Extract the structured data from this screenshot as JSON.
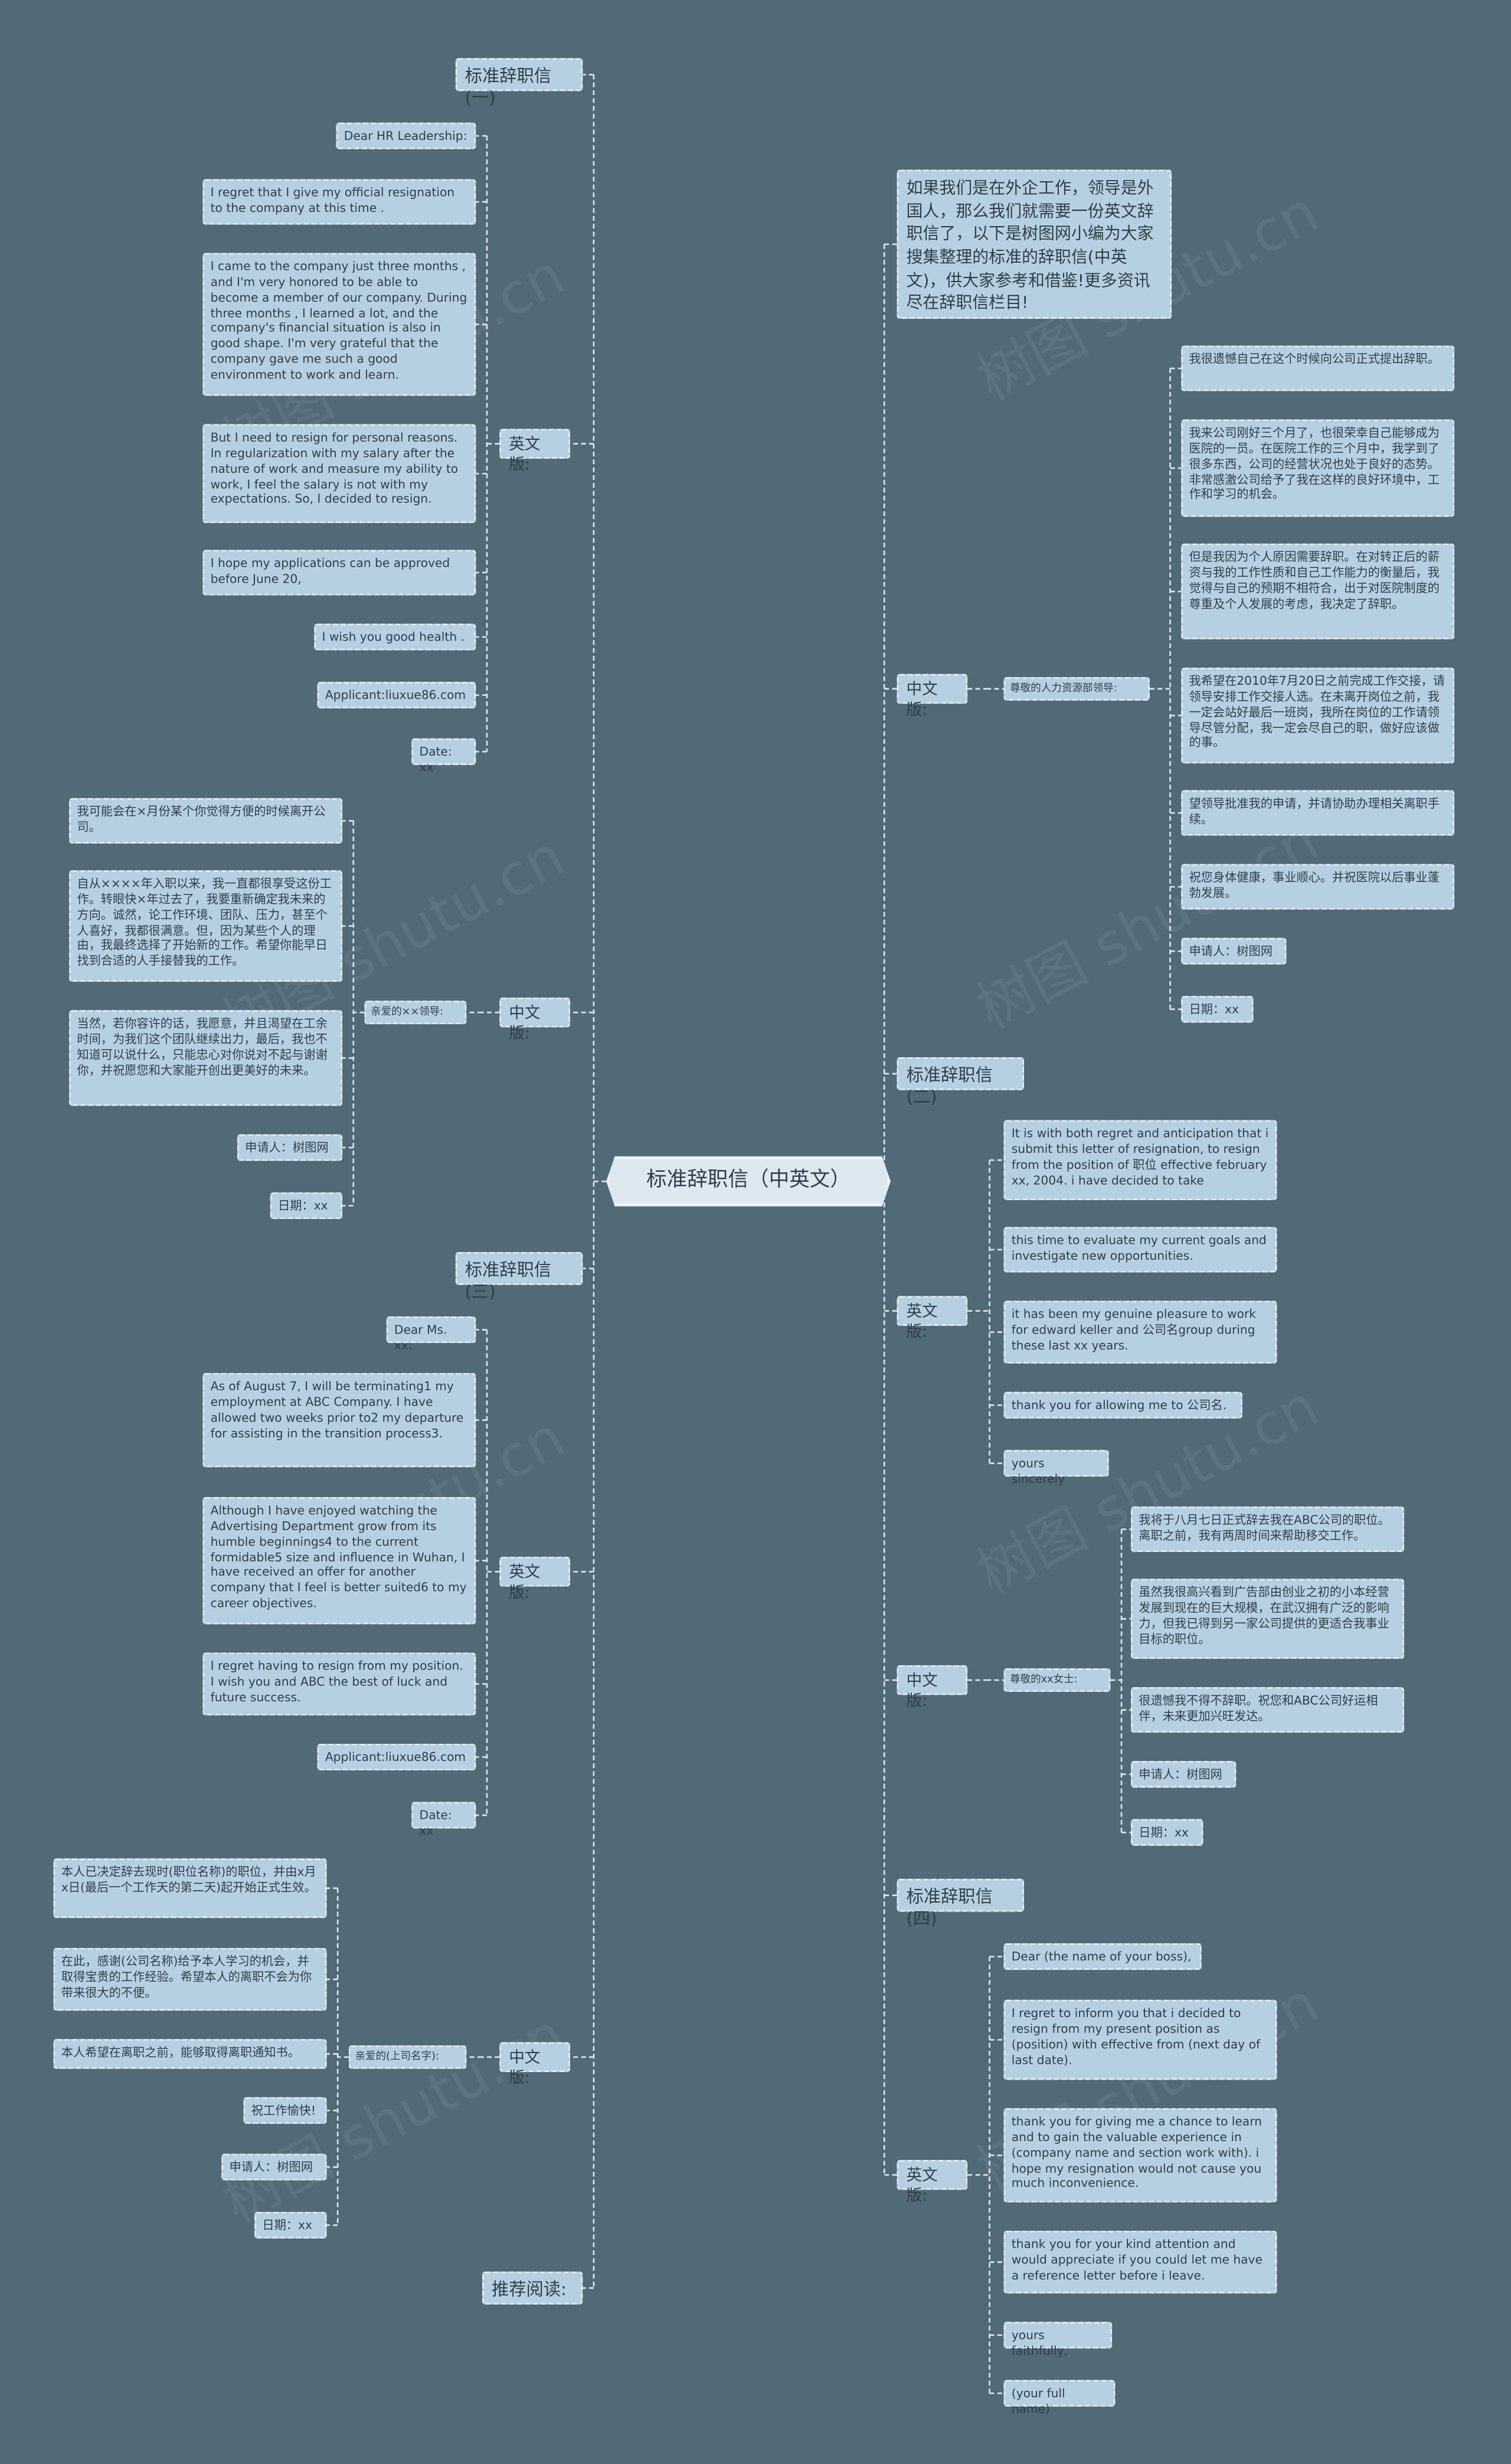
{
  "root": "标准辞职信（中英文）",
  "intro": "如果我们是在外企工作，领导是外国人，那么我们就需要一份英文辞职信了，以下是树图网小编为大家搜集整理的标准的辞职信(中英文)，供大家参考和借鉴!更多资讯尽在辞职信栏目!",
  "watermark": "树图 shutu.cn",
  "colors": {
    "background": "#526978",
    "node": "#b7d0e1",
    "root": "#dde9f1",
    "line": "#dbe7ef"
  },
  "left": {
    "s1": {
      "title": "标准辞职信(一)",
      "en_label": "英文版:",
      "en_items": [
        "Dear HR Leadership:",
        "I regret that I give my official resignation to the company at this time .",
        "I came to the company just three months , and I'm very honored to be able to become a member of our company. During three months , I learned a lot, and the company's financial situation is also in good shape. I'm very grateful that the company gave me such a good environment to work and learn.",
        "But I need to resign for personal reasons. In regularization with my salary after the nature of work and measure my ability to work, I feel the salary is not with my expectations. So, I decided to resign.",
        "I hope my applications can be approved before June 20,",
        "I wish you good health .",
        "Applicant:liuxue86.com",
        "Date: xx"
      ],
      "cn_label": "中文版:",
      "cn_greeting": "亲爱的××领导:",
      "cn_items": [
        "我可能会在×月份某个你觉得方便的时候离开公司。",
        "自从××××年入职以来，我一直都很享受这份工作。转眼快×年过去了，我要重新确定我未来的方向。诚然，论工作环境、团队、压力，甚至个人喜好，我都很满意。但，因为某些个人的理由，我最终选择了开始新的工作。希望你能早日找到合适的人手接替我的工作。",
        "当然，若你容许的话，我愿意，并且渴望在工余时间，为我们这个团队继续出力，最后，我也不知道可以说什么，只能忠心对你说对不起与谢谢你，并祝愿您和大家能开创出更美好的未来。",
        "申请人：树图网",
        "日期：xx"
      ]
    },
    "s3": {
      "title": "标准辞职信(三)",
      "en_label": "英文版:",
      "en_items": [
        "Dear Ms. xx:",
        "As of August 7, I will be terminating1 my employment at ABC Company. I have allowed two weeks prior to2 my departure for assisting in the transition process3.",
        "Although I have enjoyed watching the Advertising Department grow from its humble beginnings4 to the current formidable5 size and influence in Wuhan, I have received an offer for another company that I feel is better suited6 to my career objectives.",
        "I regret having to resign from my position. I wish you and ABC the best of luck and future success.",
        "Applicant:liuxue86.com",
        "Date: xx"
      ],
      "cn_label": "中文版:",
      "cn_greeting": "亲爱的(上司名字):",
      "cn_items": [
        "本人已决定辞去现时(职位名称)的职位，并由x月x日(最后一个工作天的第二天)起开始正式生效。",
        "在此，感谢(公司名称)给予本人学习的机会，并取得宝贵的工作经验。希望本人的离职不会为你带来很大的不便。",
        "本人希望在离职之前，能够取得离职通知书。",
        "祝工作愉快!",
        "申请人：树图网",
        "日期：xx"
      ]
    },
    "recommend": "推荐阅读:"
  },
  "right": {
    "cn1": {
      "label": "中文版:",
      "greeting": "尊敬的人力资源部领导:",
      "items": [
        "我很遗憾自己在这个时候向公司正式提出辞职。",
        "我来公司刚好三个月了，也很荣幸自己能够成为医院的一员。在医院工作的三个月中，我学到了很多东西，公司的经营状况也处于良好的态势。非常感激公司给予了我在这样的良好环境中，工作和学习的机会。",
        "但是我因为个人原因需要辞职。在对转正后的薪资与我的工作性质和自己工作能力的衡量后，我觉得与自己的预期不相符合，出于对医院制度的尊重及个人发展的考虑，我决定了辞职。",
        "我希望在2010年7月20日之前完成工作交接，请领导安排工作交接人选。在未离开岗位之前，我一定会站好最后一班岗，我所在岗位的工作请领导尽管分配，我一定会尽自己的职，做好应该做的事。",
        "望领导批准我的申请，并请协助办理相关离职手续。",
        "祝您身体健康，事业顺心。并祝医院以后事业蓬勃发展。",
        "申请人：树图网",
        "日期：xx"
      ]
    },
    "s2": {
      "title": "标准辞职信(二)",
      "en_label": "英文版:",
      "en_items": [
        "It is with both regret and anticipation that i submit this letter of resignation, to resign from the position of 职位 effective february xx, 2004. i have decided to take",
        "this time to evaluate my current goals and investigate new opportunities.",
        "it has been my genuine pleasure to work for edward keller and 公司名group during these last xx years.",
        "thank you for allowing me to 公司名.",
        "yours sincerely"
      ],
      "cn_label": "中文版:",
      "cn_greeting": "尊敬的xx女士:",
      "cn_items": [
        "我将于八月七日正式辞去我在ABC公司的职位。离职之前，我有两周时间来帮助移交工作。",
        "虽然我很高兴看到广告部由创业之初的小本经营发展到现在的巨大规模，在武汉拥有广泛的影响力，但我已得到另一家公司提供的更适合我事业目标的职位。",
        "很遗憾我不得不辞职。祝您和ABC公司好运相伴，未来更加兴旺发达。",
        "申请人：树图网",
        "日期：xx"
      ]
    },
    "s4": {
      "title": "标准辞职信(四)",
      "en_label": "英文版:",
      "en_items": [
        "Dear (the name of your boss),",
        "I regret to inform you that i decided to resign from my present position as (position) with effective from (next day of last date).",
        "thank you for giving me a chance to learn and to gain the valuable experience in (company name and section work with). i hope my resignation would not cause you much inconvenience.",
        "thank you for your kind attention and would appreciate if you could let me have a reference letter before i leave.",
        "yours faithfully,",
        "(your full name)"
      ]
    }
  }
}
